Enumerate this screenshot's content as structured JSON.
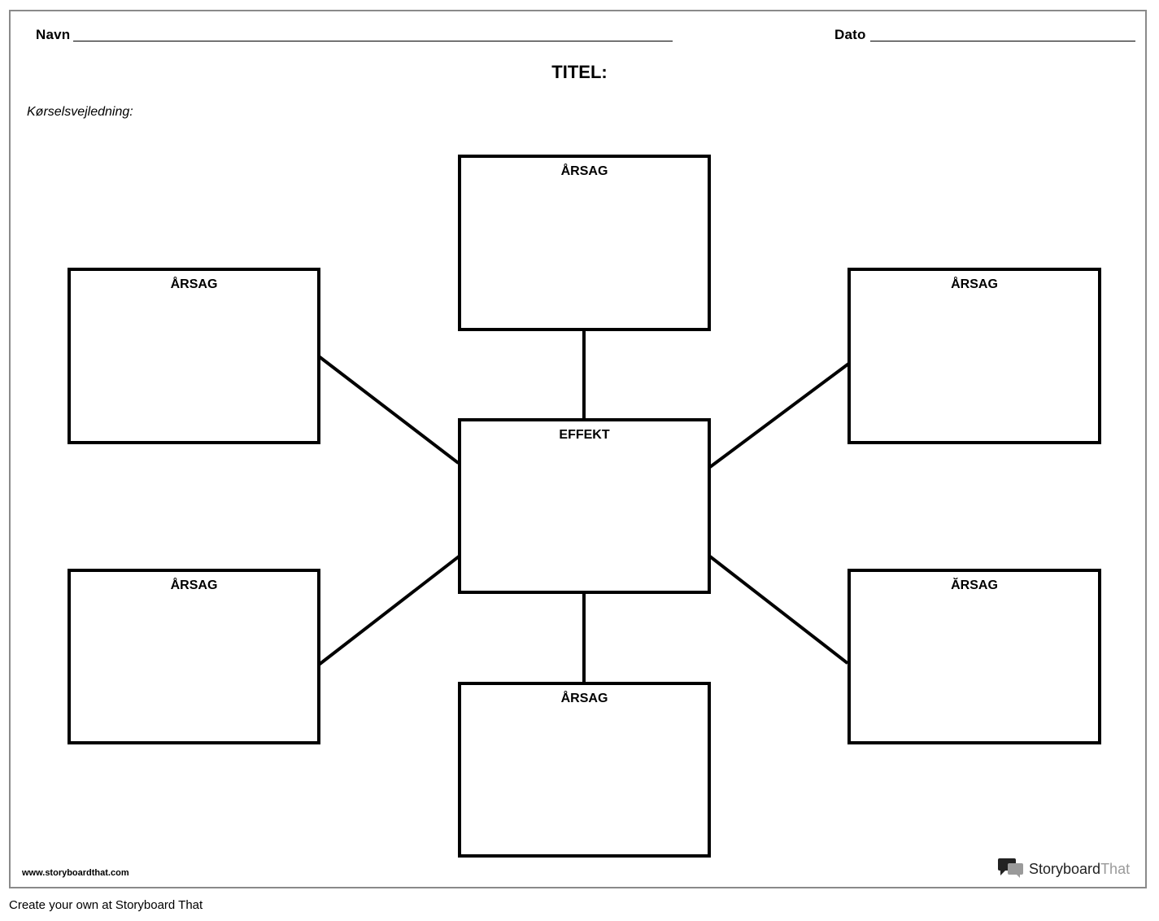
{
  "header": {
    "name_label": "Navn",
    "date_label": "Dato",
    "title": "TITEL:",
    "instructions": "Kørselsvejledning:"
  },
  "diagram": {
    "effect_label": "EFFEKT",
    "cause_top": "ÅRSAG",
    "cause_top_left": "ÅRSAG",
    "cause_top_right": "ÅRSAG",
    "cause_bottom_left": "ÅRSAG",
    "cause_bottom_right": "ĂRSAG",
    "cause_bottom": "ÅRSAG"
  },
  "footer": {
    "url": "www.storyboardthat.com",
    "brand_part1": "Storyboard",
    "brand_part2": "That",
    "brand_icon": "speech-bubbles-icon",
    "create_text": "Create your own at Storyboard That"
  }
}
